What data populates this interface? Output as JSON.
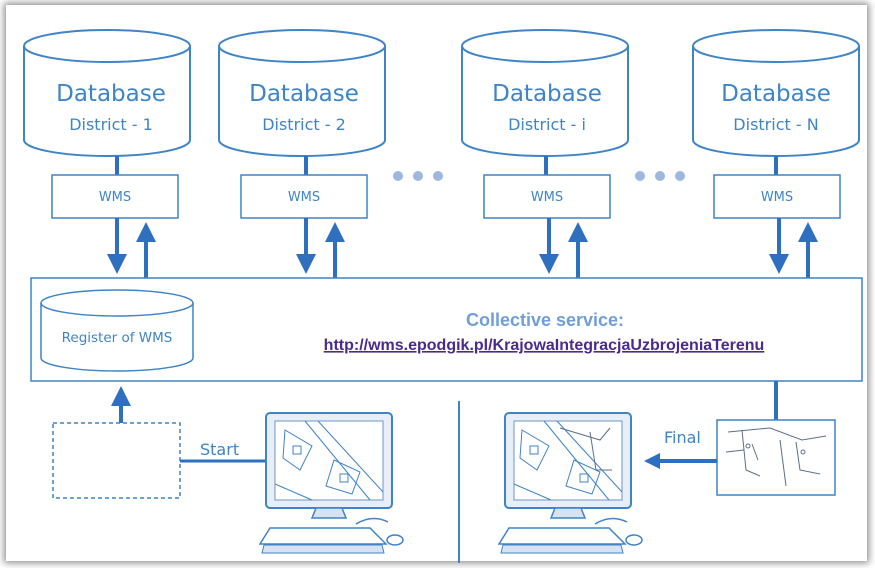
{
  "databases": [
    {
      "title": "Database",
      "district": "District - 1"
    },
    {
      "title": "Database",
      "district": "District - 2"
    },
    {
      "title": "Database",
      "district": "District - i"
    },
    {
      "title": "Database",
      "district": "District - N"
    }
  ],
  "wms_label": "WMS",
  "register_label": "Register of WMS",
  "collective": {
    "title": "Collective service:",
    "url": "http://wms.epodgik.pl/KrajowaIntegracjaUzbrojeniaTerenu"
  },
  "flow": {
    "start_label": "Start",
    "final_label": "Final"
  },
  "colors": {
    "accent": "#3f84c6",
    "arrow": "#2e6fc0",
    "link": "#4b2a8a",
    "collective_title": "#6f9fd6",
    "dots": "#9fb7dc"
  }
}
